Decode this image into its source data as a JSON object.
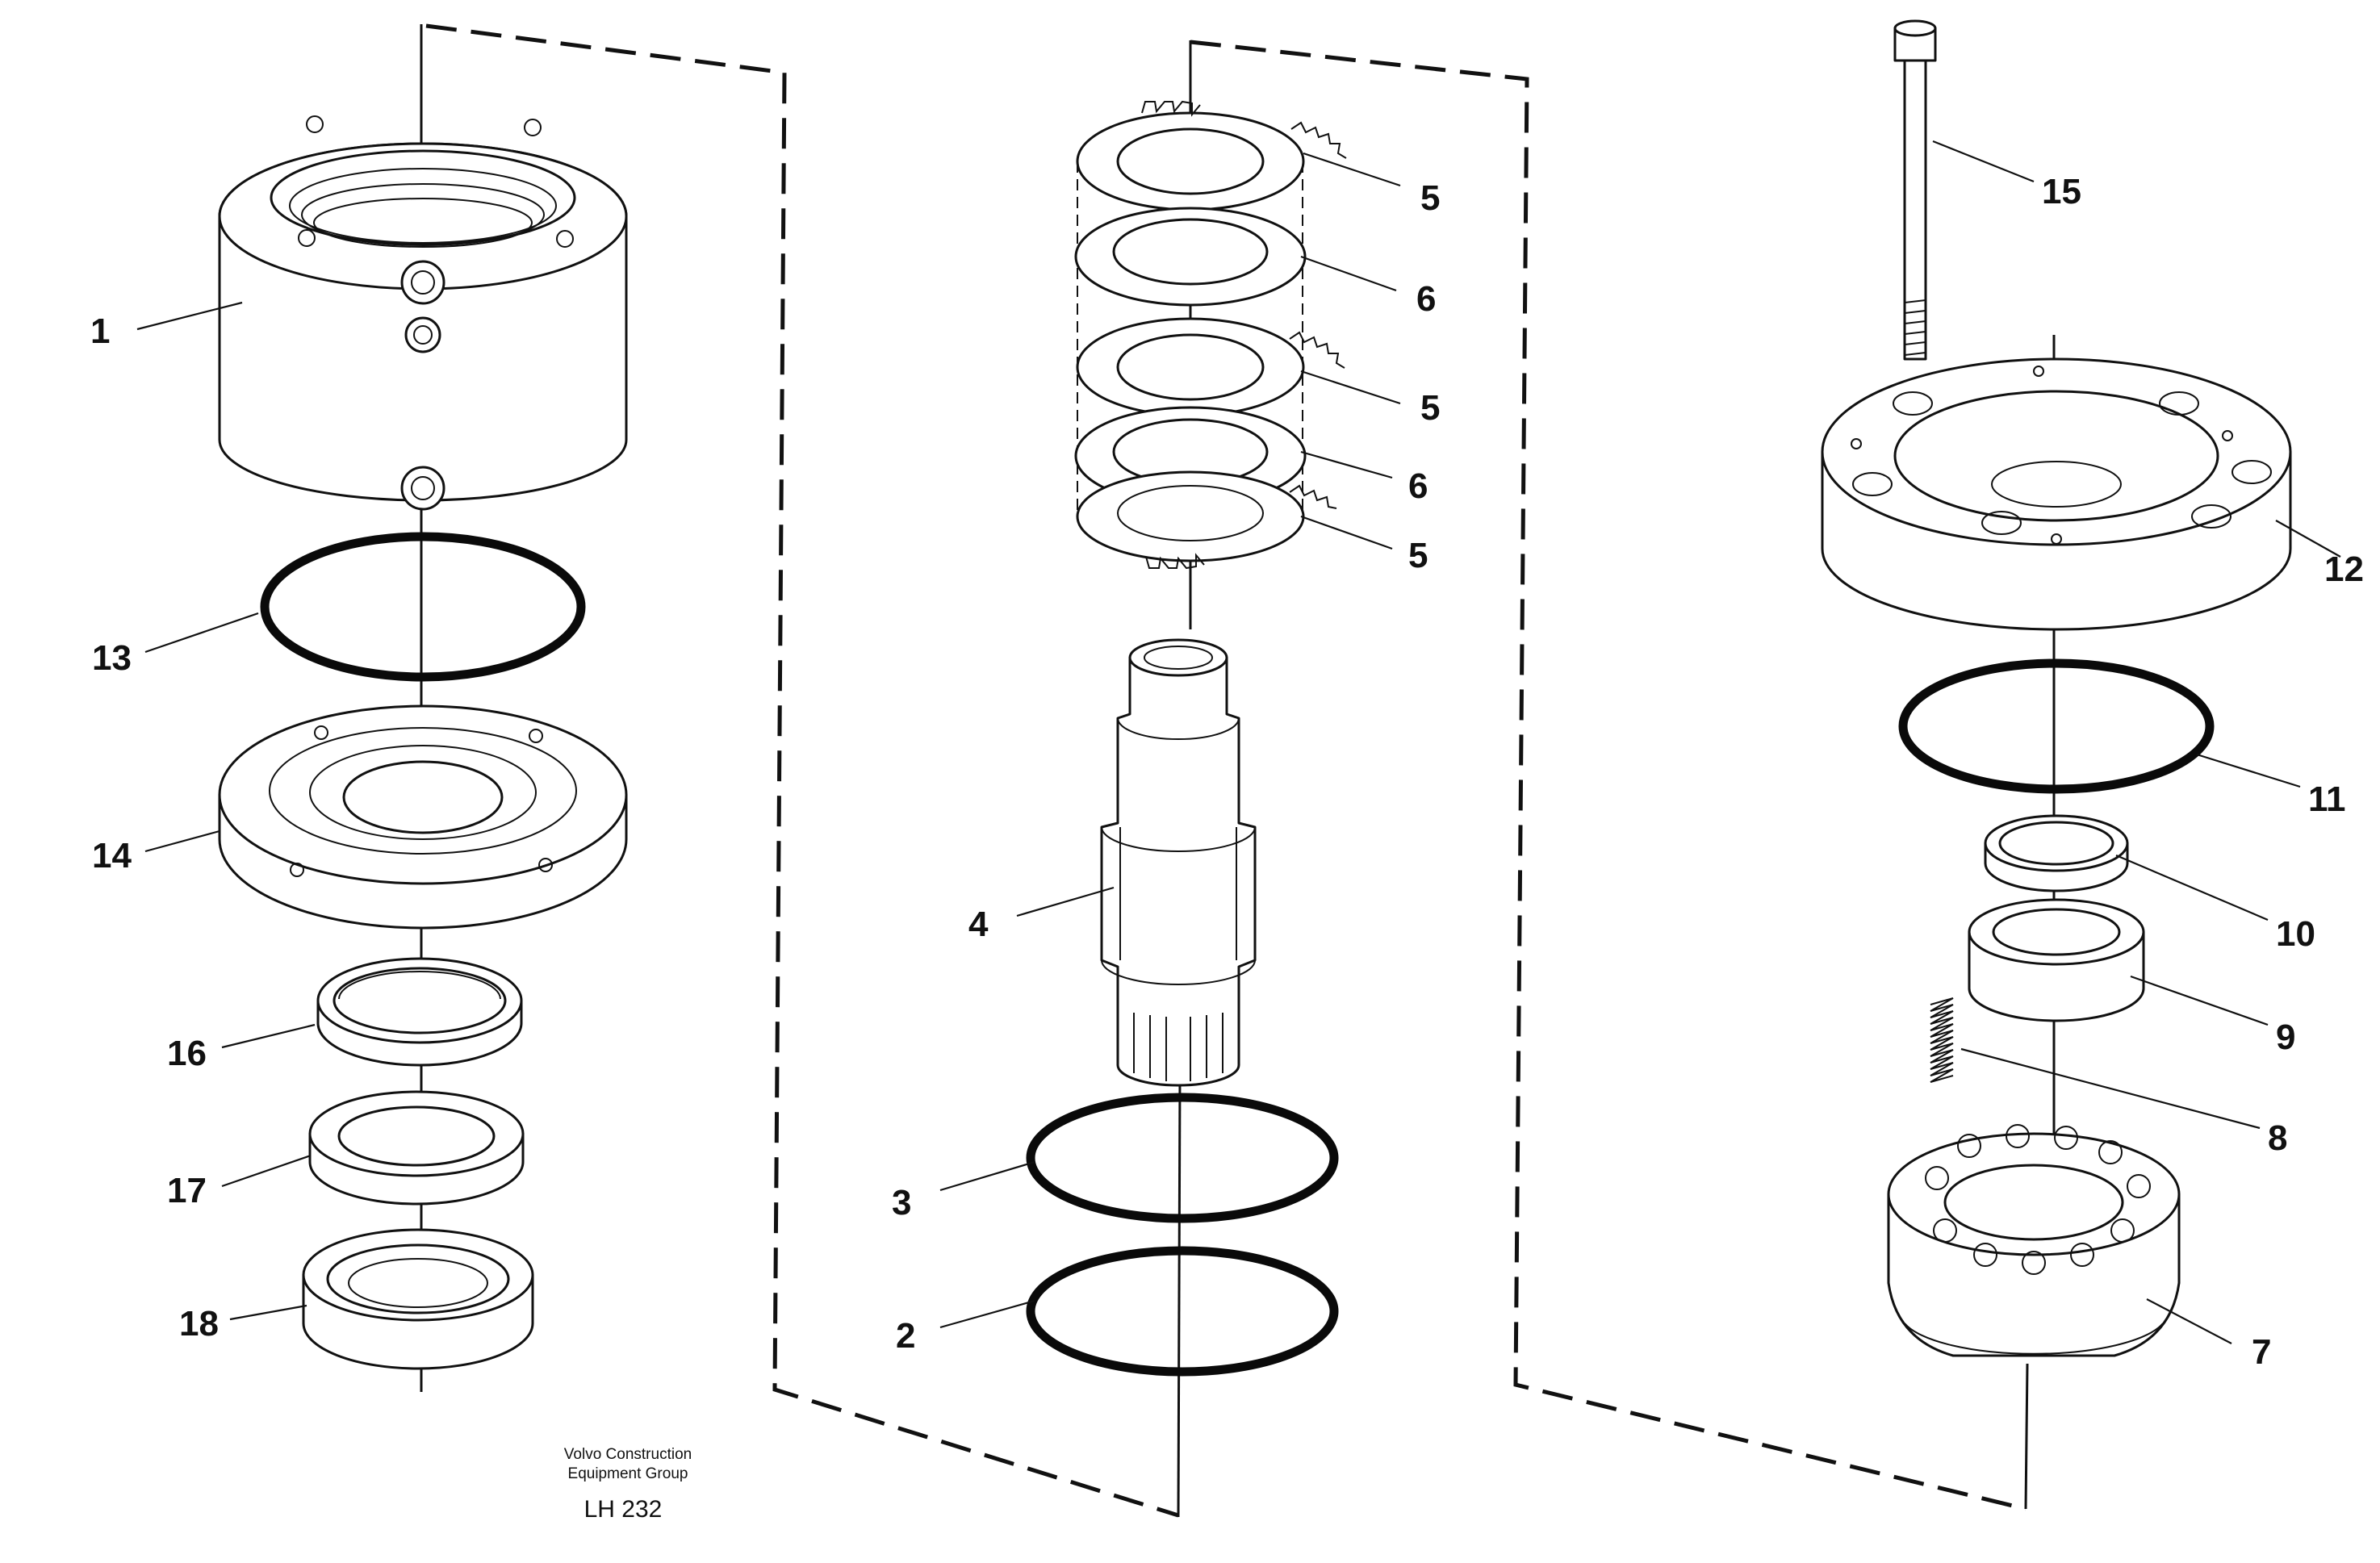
{
  "diagram": {
    "callouts": [
      {
        "id": "c1",
        "text": "1"
      },
      {
        "id": "c13",
        "text": "13"
      },
      {
        "id": "c14",
        "text": "14"
      },
      {
        "id": "c16",
        "text": "16"
      },
      {
        "id": "c17",
        "text": "17"
      },
      {
        "id": "c18",
        "text": "18"
      },
      {
        "id": "c5a",
        "text": "5"
      },
      {
        "id": "c6a",
        "text": "6"
      },
      {
        "id": "c5b",
        "text": "5"
      },
      {
        "id": "c6b",
        "text": "6"
      },
      {
        "id": "c5c",
        "text": "5"
      },
      {
        "id": "c4",
        "text": "4"
      },
      {
        "id": "c3",
        "text": "3"
      },
      {
        "id": "c2",
        "text": "2"
      },
      {
        "id": "c15",
        "text": "15"
      },
      {
        "id": "c12",
        "text": "12"
      },
      {
        "id": "c11",
        "text": "11"
      },
      {
        "id": "c10",
        "text": "10"
      },
      {
        "id": "c9",
        "text": "9"
      },
      {
        "id": "c8",
        "text": "8"
      },
      {
        "id": "c7",
        "text": "7"
      }
    ],
    "footer": {
      "company_line1": "Volvo Construction",
      "company_line2": "Equipment Group",
      "drawing_code": "LH 232"
    }
  }
}
